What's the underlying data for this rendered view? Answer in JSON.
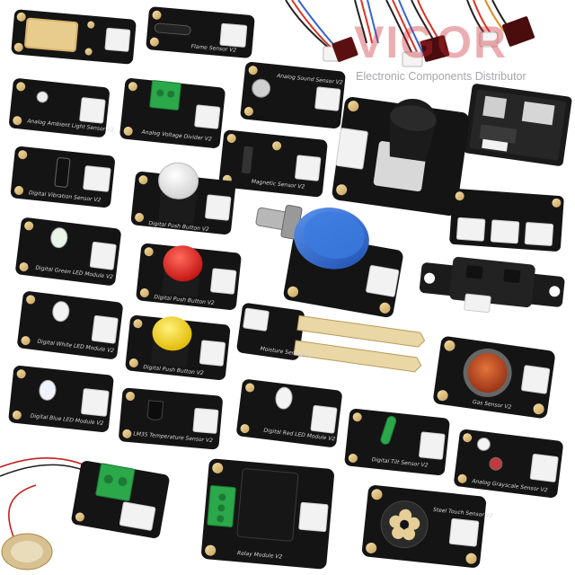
{
  "watermark": {
    "logo": "VIGOR",
    "tagline": "Electronic Components Distributor"
  },
  "modules": {
    "flame": "Flame Sensor V2",
    "ambient": "Analog Ambient Light Sensor V2",
    "voltage": "Analog Voltage Divider V2",
    "sound": "Analog Sound Sensor V2",
    "magnetic": "Magnetic Sensor V2",
    "vibration": "Digital Vibration Sensor V2",
    "push_white": "Digital Push Button V2",
    "push_red": "Digital Push Button V2",
    "push_yellow": "Digital Push Button V2",
    "green_led": "Digital Green LED Module V2",
    "white_led": "Digital White LED Module V2",
    "blue_led": "Digital Blue LED Module V2",
    "red_led": "Digital Red LED Module V2",
    "moisture": "Moisture Sensor V2",
    "gas": "Gas Sensor V2",
    "lm35": "LM35 Temperature Sensor V2",
    "tilt": "Digital Tilt Sensor V2",
    "grayscale": "Analog Grayscale Sensor V2",
    "relay": "Relay Module V2",
    "touch": "Steel Touch Sensor V2"
  },
  "colors": {
    "pcb": "#141414",
    "pad": "#e8c98a",
    "connector": "#f2f2f2",
    "red_cap": "#e02020",
    "yellow_cap": "#f6d400",
    "green_terminal": "#2aa84a",
    "blue_pot": "#2f6fd6"
  }
}
